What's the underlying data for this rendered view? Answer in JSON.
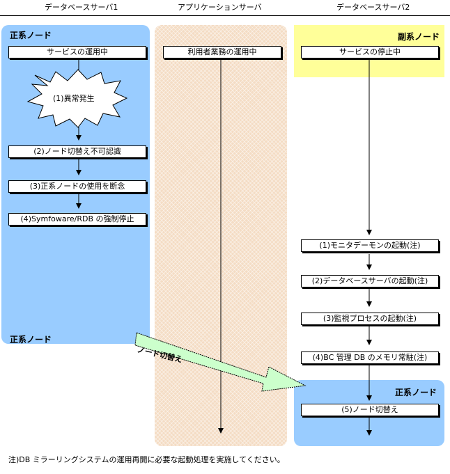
{
  "headers": {
    "db_server_1": "データベースサーバ1",
    "app_server": "アプリケーションサーバ",
    "db_server_2": "データベースサーバ2"
  },
  "server1": {
    "node_label": "正系ノード",
    "box_running": "サービスの運用中",
    "burst_label": "(1)異常発生",
    "step2": "(2)ノード切替え不可認識",
    "step3": "(3)正系ノードの使用を断念",
    "step4": "(4)Symfoware/RDB の強制停止",
    "bottom_label": "正系ノード"
  },
  "app": {
    "box_running": "利用者業務の運用中"
  },
  "server2": {
    "node_label": "副系ノード",
    "box_stopped": "サービスの停止中",
    "step1": "(1)モニタデーモンの起動(注)",
    "step2": "(2)データベースサーバの起動(注)",
    "step3": "(3)監視プロセスの起動(注)",
    "step4": "(4)BC 管理 DB のメモリ常駐(注)",
    "new_node_label": "正系ノード",
    "step5": "(5)ノード切替え"
  },
  "switch_arrow_label": "ノード切替え",
  "footnote": "注)DB ミラーリングシステムの運用再開に必要な起動処理を実施してください。",
  "colors": {
    "node_blue": "#99ccff",
    "app_peach": "#f4dcc4",
    "standby_yellow": "#ffff99",
    "switch_arrow_green": "#ccffcc"
  }
}
